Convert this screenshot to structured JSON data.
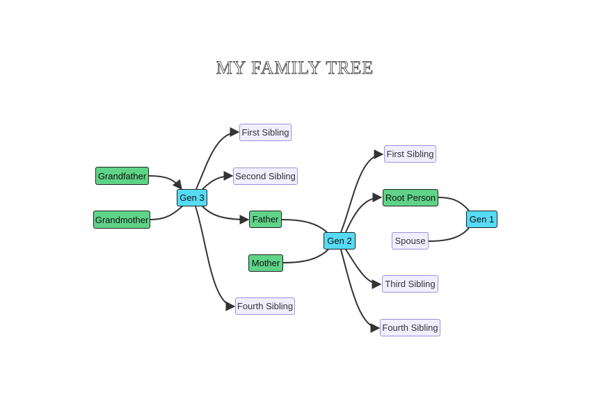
{
  "title": "MY FAMILY TREE",
  "nodes": {
    "grandfather": "Grandfather",
    "grandmother": "Grandmother",
    "gen3": "Gen 3",
    "gen3_first_sibling": "First Sibling",
    "gen3_second_sibling": "Second Sibling",
    "father": "Father",
    "mother": "Mother",
    "gen3_fourth_sibling": "Fourth Sibling",
    "gen2": "Gen 2",
    "gen2_first_sibling": "First Sibling",
    "root_person": "Root Person",
    "spouse": "Spouse",
    "gen1": "Gen 1",
    "gen2_third_sibling": "Third Sibling",
    "gen2_fourth_sibling": "Fourth Sibling"
  },
  "edges": [
    {
      "from": "grandfather",
      "to": "gen3",
      "arrow": true
    },
    {
      "from": "grandmother",
      "to": "gen3",
      "arrow": false
    },
    {
      "from": "gen3",
      "to": "gen3_first_sibling",
      "arrow": true
    },
    {
      "from": "gen3",
      "to": "gen3_second_sibling",
      "arrow": true
    },
    {
      "from": "gen3",
      "to": "father",
      "arrow": true
    },
    {
      "from": "gen3",
      "to": "gen3_fourth_sibling",
      "arrow": true
    },
    {
      "from": "father",
      "to": "gen2",
      "arrow": false
    },
    {
      "from": "mother",
      "to": "gen2",
      "arrow": false
    },
    {
      "from": "gen2",
      "to": "gen2_first_sibling",
      "arrow": true
    },
    {
      "from": "gen2",
      "to": "root_person",
      "arrow": true
    },
    {
      "from": "gen2",
      "to": "gen2_third_sibling",
      "arrow": true
    },
    {
      "from": "gen2",
      "to": "gen2_fourth_sibling",
      "arrow": true
    },
    {
      "from": "root_person",
      "to": "gen1",
      "arrow": false
    },
    {
      "from": "spouse",
      "to": "gen1",
      "arrow": false
    }
  ],
  "colors": {
    "person": "#5fd387",
    "generation": "#55dbf5",
    "sibling": "#f1efff",
    "sibling_border": "#9b8fe0",
    "edge": "#333333"
  }
}
